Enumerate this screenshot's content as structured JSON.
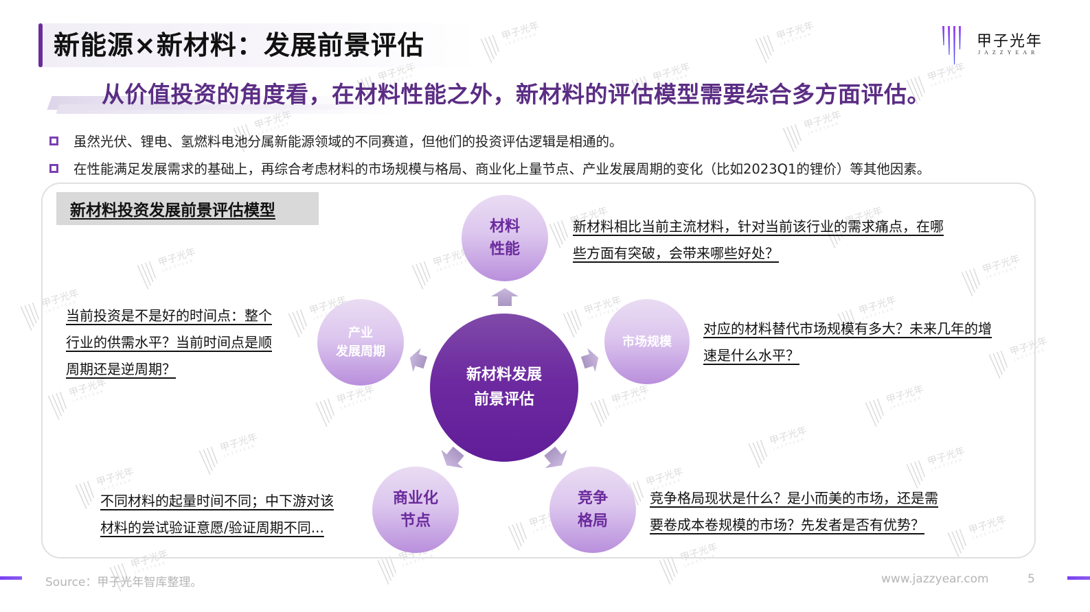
{
  "header": {
    "title": "新能源×新材料：发展前景评估",
    "logo": {
      "cn": "甲子光年",
      "en": "JAZZYEAR",
      "bar_color_top": "#8a3cf0",
      "bar_color_bottom": "#3b4cf2"
    }
  },
  "subtitle": "从价值投资的角度看，在材料性能之外，新材料的评估模型需要综合多方面评估。",
  "bullets": [
    {
      "icon": "square-bullet-icon",
      "text": "虽然光伏、锂电、氢燃料电池分属新能源领域的不同赛道，但他们的投资评估逻辑是相通的。"
    },
    {
      "icon": "square-bullet-icon",
      "text": "在性能满足发展需求的基础上，再综合考虑材料的市场规模与格局、商业化上量节点、产业发展周期的变化（比如2023Q1的锂价）等其他因素。"
    }
  ],
  "model": {
    "label": "新材料投资发展前景评估模型",
    "center": {
      "line1": "新材料发展",
      "line2": "前景评估"
    },
    "nodes": {
      "performance": {
        "line1": "材料",
        "line2": "性能",
        "desc": [
          "新材料相比当前主流材料，针对当前该行业的需求痛点，在哪",
          "些方面有突破，会带来哪些好处？"
        ]
      },
      "market": {
        "line1": "市场规模",
        "line2": "",
        "desc": [
          "对应的材料替代市场规模有多大？未来几年的增",
          "速是什么水平？"
        ]
      },
      "competition": {
        "line1": "竞争",
        "line2": "格局",
        "desc": [
          "竞争格局现状是什么？是小而美的市场，还是需",
          "要卷成本卷规模的市场？先发者是否有优势？"
        ]
      },
      "commercial": {
        "line1": "商业化",
        "line2": "节点",
        "desc": [
          "不同材料的起量时间不同；中下游对该",
          "材料的尝试验证意愿/验证周期不同..."
        ]
      },
      "cycle": {
        "line1": "产业",
        "line2": "发展周期",
        "desc": [
          "当前投资是不是好的时间点：整个",
          "行业的供需水平？当前时间点是顺",
          "周期还是逆周期？"
        ]
      }
    },
    "colors": {
      "center": "#6d2aa0",
      "node_light": "#e6d6f2",
      "node_dark": "#b98fdc",
      "node_text": "#6a2a9c",
      "arrow": "#b7a6cf"
    }
  },
  "watermark": {
    "cn": "甲子光年",
    "en": "JAZZYEAR"
  },
  "footer": {
    "source": "Source：甲子光年智库整理。",
    "website": "www.jazzyear.com",
    "page": "5",
    "accent": "#7b3ff2"
  }
}
